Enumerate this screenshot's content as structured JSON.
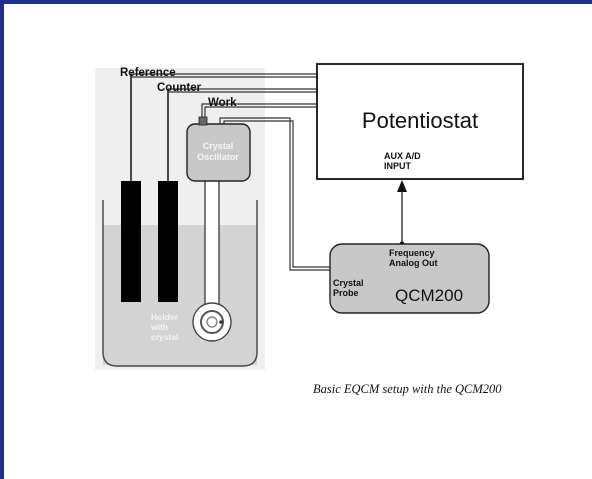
{
  "wire_labels": {
    "reference": "Reference",
    "counter": "Counter",
    "work": "Work"
  },
  "potentiostat": {
    "title": "Potentiostat",
    "aux_line1": "AUX A/D",
    "aux_line2": "INPUT"
  },
  "oscillator": {
    "line1": "Crystal",
    "line2": "Oscillator"
  },
  "qcm": {
    "name": "QCM200",
    "freq_line1": "Frequency",
    "freq_line2": "Analog Out",
    "probe_line1": "Crystal",
    "probe_line2": "Probe"
  },
  "holder": {
    "line1": "Holder",
    "line2": "with",
    "line3": "crystal"
  },
  "caption": "Basic EQCM setup with the QCM200",
  "colors": {
    "frame": "#1f2f8a",
    "background_panel": "#efefef",
    "liquid": "#d3d3d3",
    "box_gray": "#c8c8c8",
    "electrode": "#000000"
  }
}
